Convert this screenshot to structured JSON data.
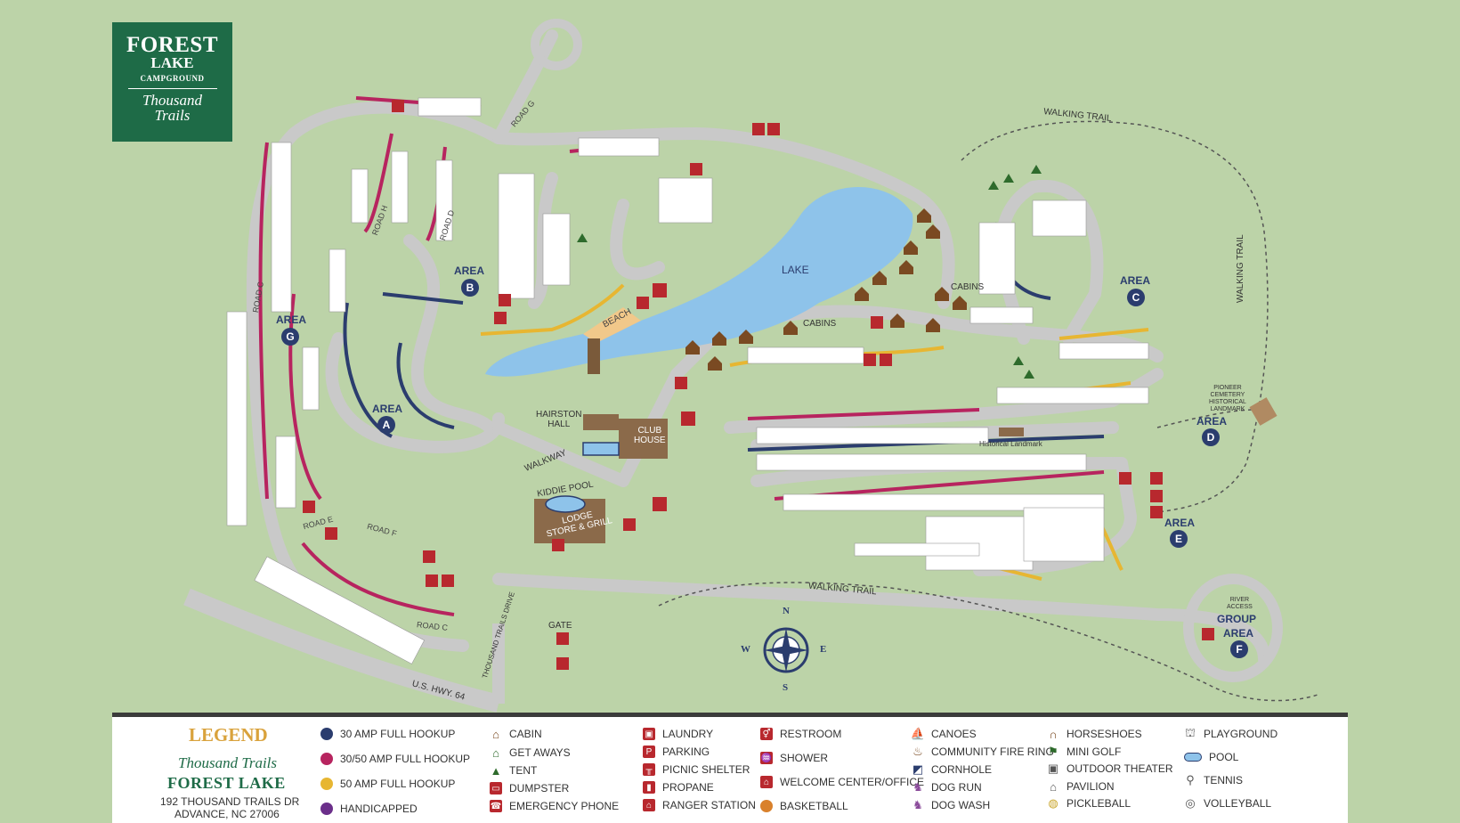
{
  "logo": {
    "line1": "FOREST",
    "line2": "LAKE",
    "line3": "CAMPGROUND",
    "line4": "Thousand",
    "line5": "Trails"
  },
  "colors": {
    "grass": "#bcd3a8",
    "road": "#c9c9c9",
    "lake": "#8ec3ea",
    "hook30": "#2b3d6e",
    "hook3050": "#b7245f",
    "hook50": "#e7b632",
    "handicapped": "#6b2f8a",
    "cabin": "#7a4a22",
    "facility": "#b8282e",
    "logo_green": "#1e6b47",
    "legend_title": "#d9a23c"
  },
  "map": {
    "lake_label": "LAKE",
    "beach_label": "BEACH",
    "cabins_label_1": "CABINS",
    "cabins_label_2": "CABINS",
    "walking_trail_1": "WALKING TRAIL",
    "walking_trail_2": "WALKING TRAIL",
    "walking_trail_3": "WALKING TRAIL",
    "walkway": "WALKWAY",
    "hairston_hall": "HAIRSTON\nHALL",
    "club_house": "CLUB\nHOUSE",
    "kiddie_pool": "KIDDIE POOL",
    "lodge": "LODGE\nSTORE & GRILL",
    "gate": "GATE",
    "highway": "U.S. HWY. 64",
    "drive": "THOUSAND TRAILS DRIVE",
    "pioneer": "PIONEER\nCEMETERY\nHISTORICAL\nLANDMARK",
    "historical": "Historical Landmark",
    "river_access": "RIVER\nACCESS",
    "group": "GROUP",
    "roads": {
      "c1": "ROAD C",
      "c2": "ROAD C",
      "d": "ROAD D",
      "e": "ROAD E",
      "f": "ROAD F",
      "g": "ROAD G",
      "h": "ROAD H"
    },
    "areas": [
      {
        "word": "AREA",
        "letter": "A"
      },
      {
        "word": "AREA",
        "letter": "B"
      },
      {
        "word": "AREA",
        "letter": "C"
      },
      {
        "word": "AREA",
        "letter": "D"
      },
      {
        "word": "AREA",
        "letter": "E"
      },
      {
        "word": "AREA",
        "letter": "F"
      },
      {
        "word": "AREA",
        "letter": "G"
      }
    ],
    "compass": {
      "n": "N",
      "s": "S",
      "e": "E",
      "w": "W"
    }
  },
  "legend": {
    "title": "LEGEND",
    "brand": "Thousand Trails",
    "park": "FOREST LAKE",
    "address1": "192 THOUSAND TRAILS DR",
    "address2": "ADVANCE, NC 27006",
    "hookups": [
      "30 AMP FULL HOOKUP",
      "30/50 AMP FULL HOOKUP",
      "50 AMP FULL HOOKUP",
      "HANDICAPPED"
    ],
    "col2": [
      "CABIN",
      "GET AWAYS",
      "TENT",
      "DUMPSTER",
      "EMERGENCY PHONE"
    ],
    "col3": [
      "LAUNDRY",
      "PARKING",
      "PICNIC SHELTER",
      "PROPANE",
      "RANGER STATION"
    ],
    "col4": [
      "RESTROOM",
      "SHOWER",
      "WELCOME CENTER/OFFICE",
      "BASKETBALL"
    ],
    "col5": [
      "CANOES",
      "COMMUNITY FIRE RING",
      "CORNHOLE",
      "DOG RUN",
      "DOG WASH"
    ],
    "col6": [
      "HORSESHOES",
      "MINI GOLF",
      "OUTDOOR THEATER",
      "PAVILION",
      "PICKLEBALL"
    ],
    "col7": [
      "PLAYGROUND",
      "POOL",
      "TENNIS",
      "VOLLEYBALL"
    ]
  }
}
